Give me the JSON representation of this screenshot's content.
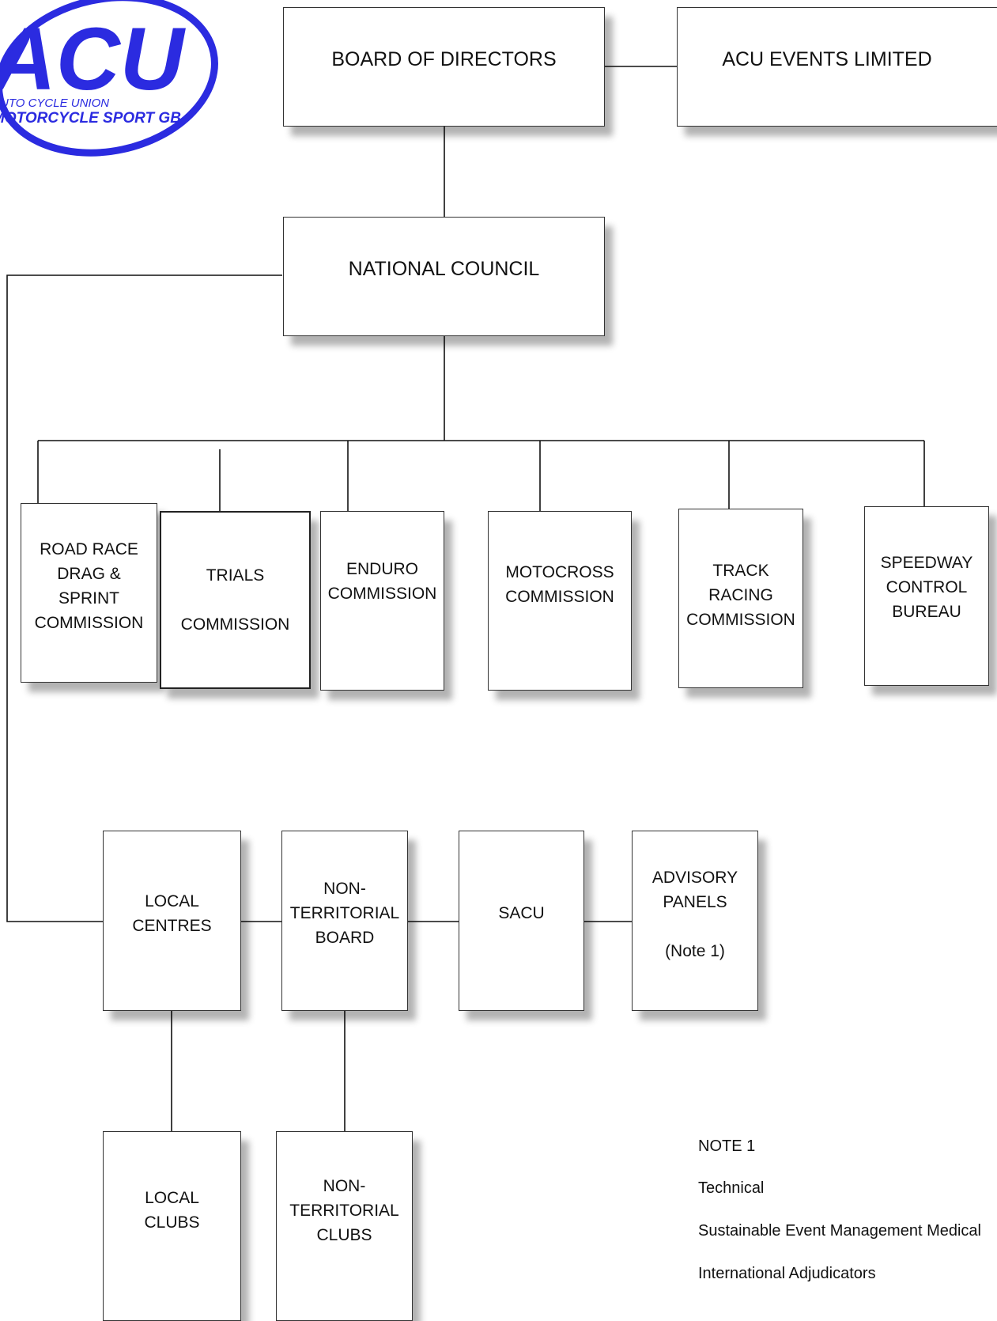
{
  "logo": {
    "text": "ACU",
    "subtitle_line1": "AUTO CYCLE UNION",
    "subtitle_line2": "MOTORCYCLE SPORT GB",
    "color": "#2b2be0"
  },
  "boxes": {
    "board": "BOARD OF DIRECTORS",
    "events": "ACU EVENTS LIMITED",
    "council": "NATIONAL COUNCIL",
    "road_race": "ROAD RACE\nDRAG &\nSPRINT\nCOMMISSION",
    "trials": "TRIALS\n\nCOMMISSION",
    "enduro": "ENDURO\nCOMMISSION",
    "motocross": "MOTOCROSS\nCOMMISSION",
    "track": "TRACK\nRACING\nCOMMISSION",
    "speedway": "SPEEDWAY\nCONTROL\nBUREAU",
    "local_centres": "LOCAL\nCENTRES",
    "nt_board": "NON-\nTERRITORIAL\nBOARD",
    "sacu": "SACU",
    "advisory": "ADVISORY\nPANELS\n\n(Note 1)",
    "local_clubs": "LOCAL\nCLUBS",
    "nt_clubs": "NON-\nTERRITORIAL\nCLUBS"
  },
  "notes": {
    "title": "NOTE 1",
    "items": [
      "Technical",
      "Sustainable Event Management Medical",
      "International Adjudicators"
    ]
  }
}
